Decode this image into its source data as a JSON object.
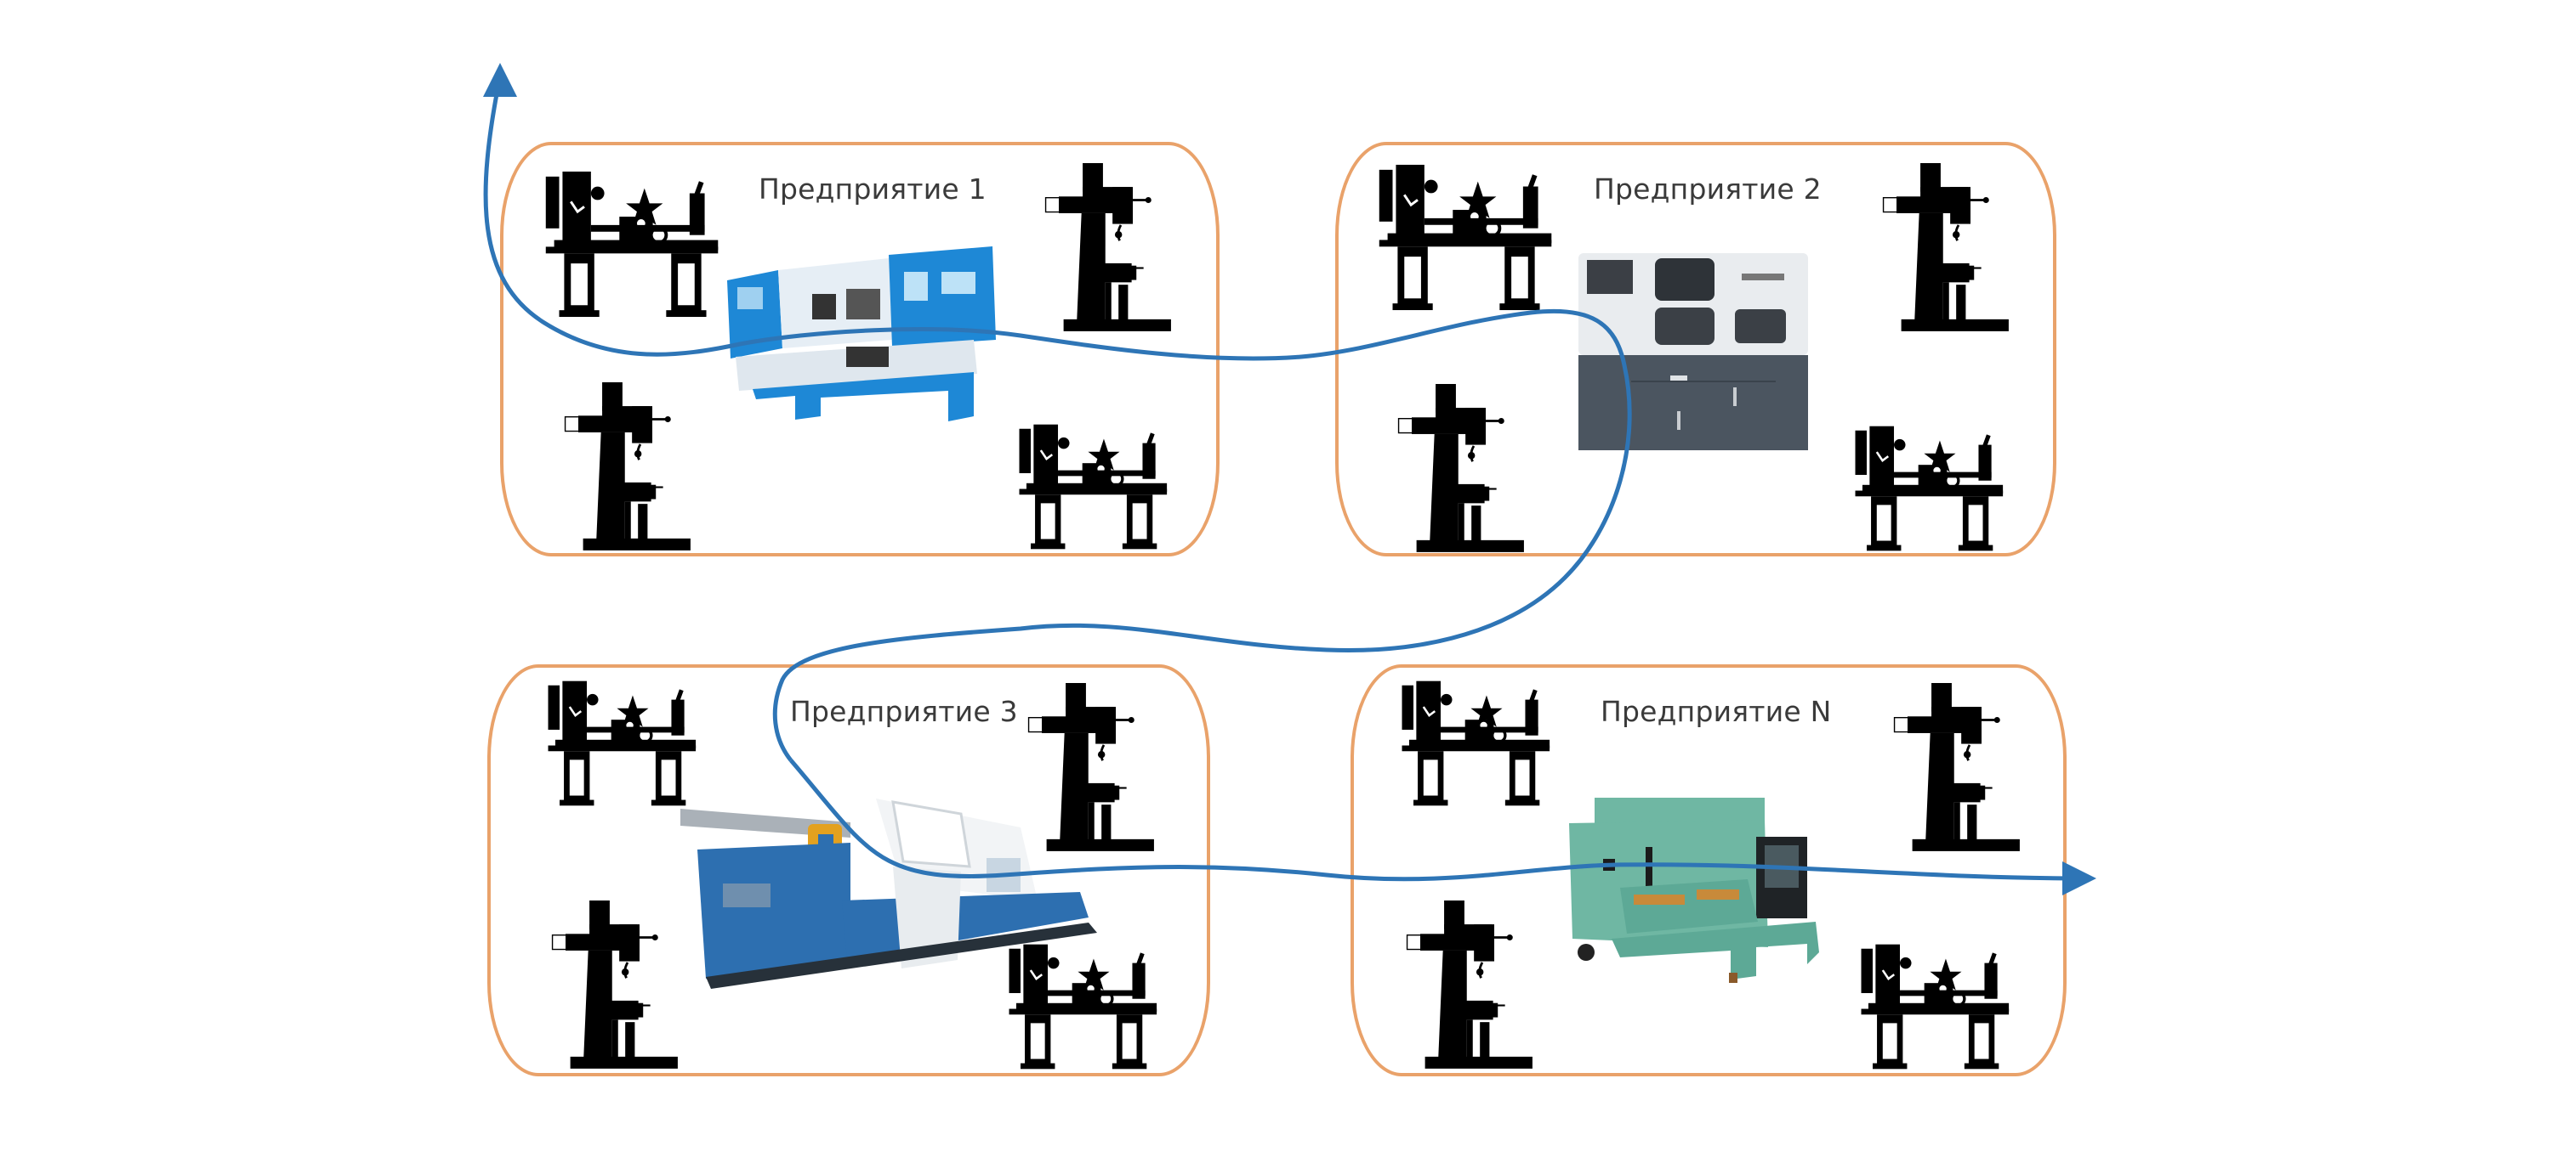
{
  "diagram": {
    "type": "enterprise-flow",
    "description_colors": {
      "box_border": "#E9A26A",
      "flow_line": "#2E75B6",
      "silhouette": "#000000",
      "title_text": "#3a3a3a"
    },
    "enterprises": [
      {
        "id": "enterprise-1",
        "title": "Предприятие 1",
        "machines": [
          "lathe-silhouette",
          "milling-machine-silhouette",
          "milling-machine-silhouette",
          "lathe-silhouette"
        ],
        "central_machine": {
          "kind": "cnc-lathe",
          "color": "#1E88D6"
        }
      },
      {
        "id": "enterprise-2",
        "title": "Предприятие 2",
        "machines": [
          "lathe-silhouette",
          "milling-machine-silhouette",
          "milling-machine-silhouette",
          "lathe-silhouette"
        ],
        "central_machine": {
          "kind": "cnc-turning-center",
          "color": "#4B5560"
        }
      },
      {
        "id": "enterprise-3",
        "title": "Предприятие 3",
        "machines": [
          "lathe-silhouette",
          "milling-machine-silhouette",
          "milling-machine-silhouette",
          "lathe-silhouette"
        ],
        "central_machine": {
          "kind": "heavy-lathe",
          "color": "#2D6FB0"
        }
      },
      {
        "id": "enterprise-n",
        "title": "Предприятие N",
        "machines": [
          "lathe-silhouette",
          "milling-machine-silhouette",
          "milling-machine-silhouette",
          "lathe-silhouette"
        ],
        "central_machine": {
          "kind": "universal-lathe",
          "color": "#6FB7A3"
        }
      }
    ],
    "flow": {
      "description": "Curved arrow passing through each enterprise in order",
      "sequence": [
        "enterprise-1",
        "enterprise-2",
        "enterprise-3",
        "enterprise-n"
      ],
      "start_arrow": "up",
      "end_arrow": "right"
    }
  }
}
